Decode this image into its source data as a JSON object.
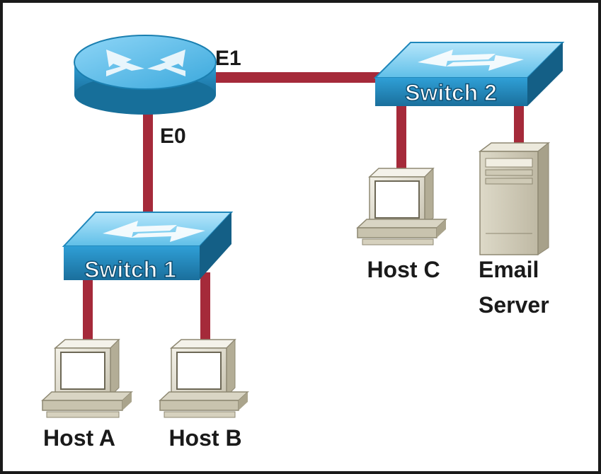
{
  "router": {
    "interface_e1": "E1",
    "interface_e0": "E0"
  },
  "switches": [
    {
      "label": "Switch 1"
    },
    {
      "label": "Switch 2"
    }
  ],
  "hosts": [
    {
      "label": "Host A"
    },
    {
      "label": "Host B"
    },
    {
      "label": "Host C"
    }
  ],
  "server": {
    "label_line1": "Email",
    "label_line2": "Server"
  },
  "colors": {
    "link": "#a52a3a",
    "device_blue": "#2a9fd4",
    "device_dark": "#176f9a",
    "device_light": "#9fdcf7",
    "computer_beige": "#e6e2d4",
    "border": "#1a1a1a"
  }
}
